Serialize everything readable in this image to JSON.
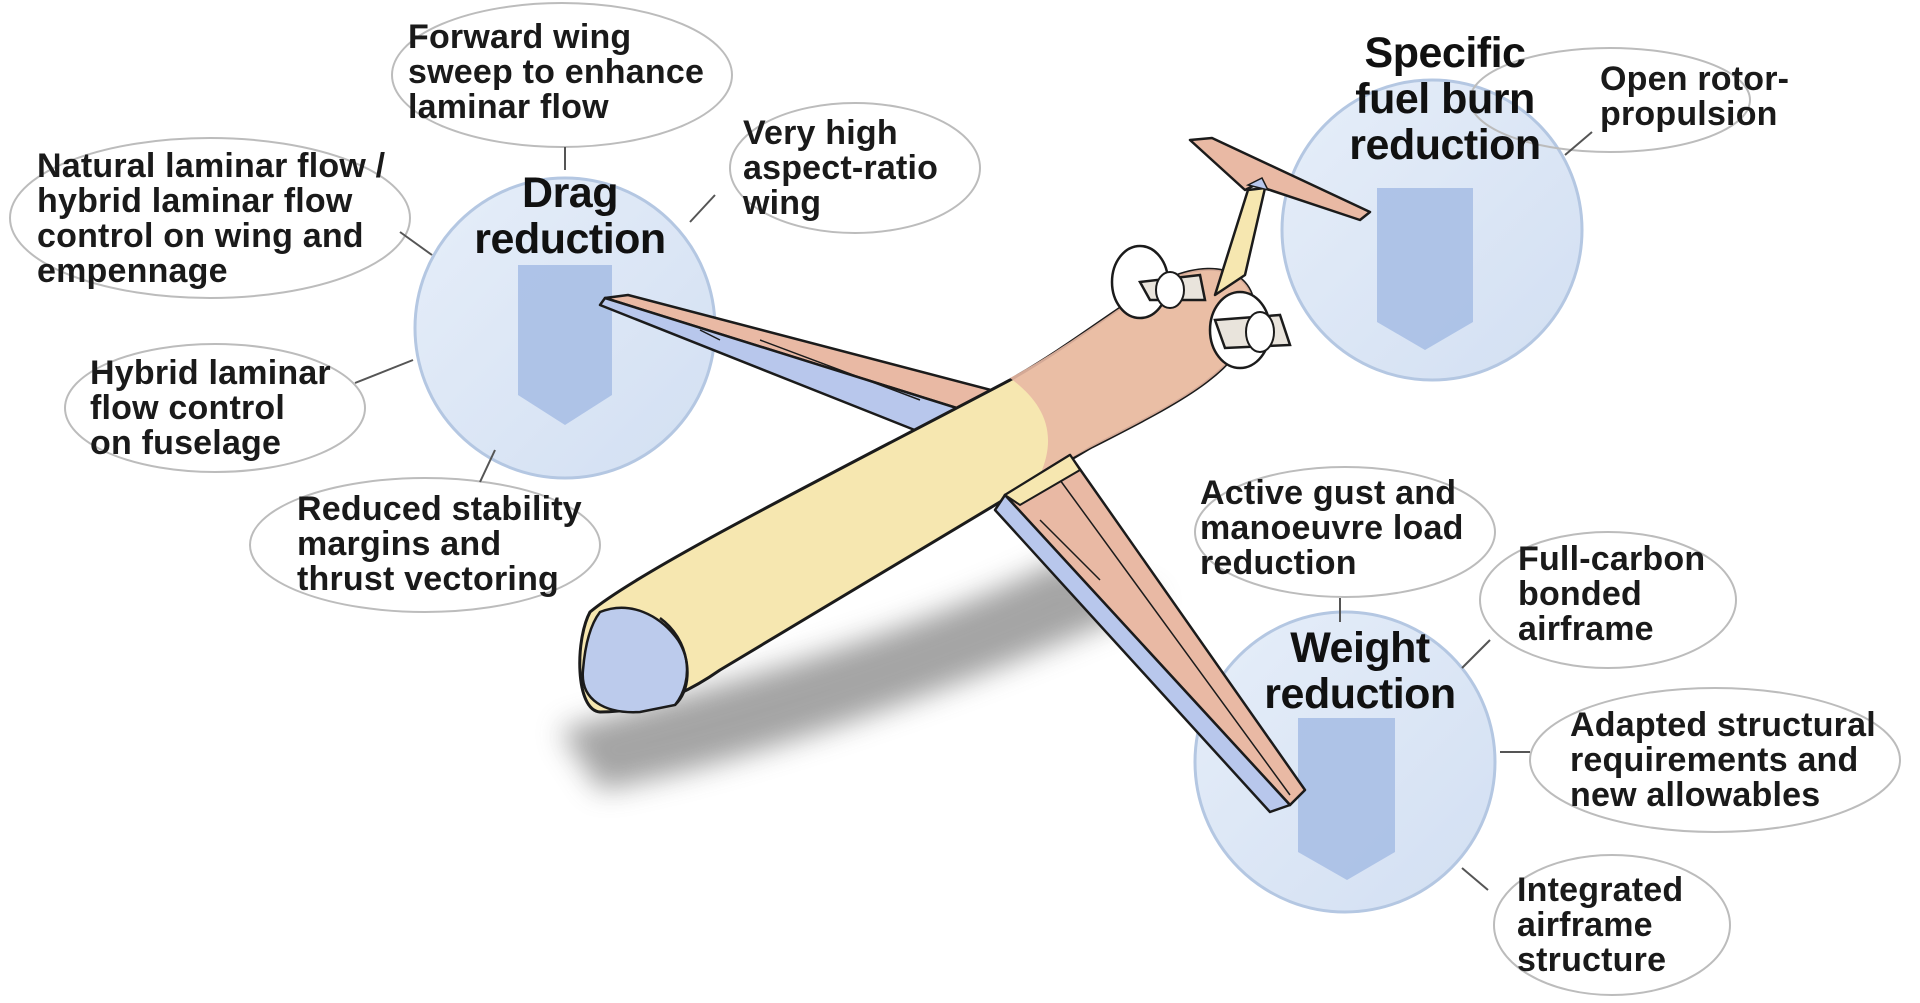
{
  "diagram": {
    "groups": [
      {
        "key": "drag",
        "heading": "Drag\nreduction",
        "items": [
          "Forward wing\nsweep to enhance\nlaminar flow",
          "Very high\naspect-ratio\nwing",
          "Natural laminar flow /\nhybrid laminar flow\ncontrol on wing and\nempennage",
          "Hybrid laminar\nflow control\non fuselage",
          "Reduced stability\nmargins and\nthrust vectoring"
        ]
      },
      {
        "key": "fuel",
        "heading": "Specific\nfuel burn\nreduction",
        "items": [
          "Open rotor-\npropulsion"
        ]
      },
      {
        "key": "weight",
        "heading": "Weight\nreduction",
        "items": [
          "Active gust and\nmanoeuvre load\nreduction",
          "Full-carbon\nbonded\nairframe",
          "Adapted structural\nrequirements and\nnew allowables",
          "Integrated\nairframe\nstructure"
        ]
      }
    ],
    "colors": {
      "circle_fill": "#dbe6f5",
      "circle_stroke": "#b4c7e2",
      "arrow_fill": "#a9bfe6",
      "fuselage": "#f6e7b0",
      "wing_top": "#e9b9a4",
      "wing_under": "#b8c7ec",
      "nose": "#bccbec",
      "outline": "#1b1b1b"
    }
  }
}
